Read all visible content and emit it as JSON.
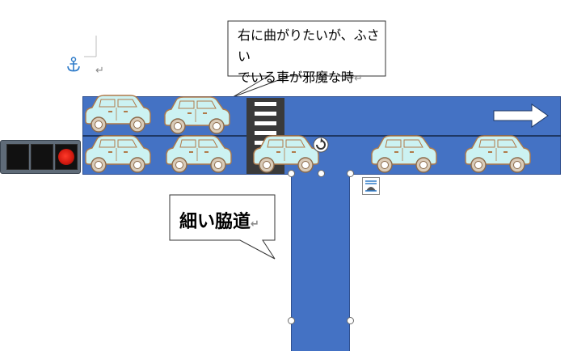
{
  "callout_top": {
    "text_line1": "右に曲がりたいが、ふさい",
    "text_line2": "でいる車が邪魔な時",
    "return_mark": "↵"
  },
  "callout_bottom": {
    "text": "細い脇道",
    "return_mark": "↵"
  },
  "paragraph_mark": "↵",
  "icons": {
    "anchor": "anchor-icon",
    "rotate": "rotate-handle-icon",
    "layout_options": "layout-options-icon",
    "arrow": "right-arrow-icon",
    "car": "car-icon",
    "signal": "traffic-signal-icon"
  },
  "colors": {
    "road": "#4472c4",
    "car_body": "#ccf2f2",
    "car_outline": "#b07a4a",
    "signal_red": "#e0201a",
    "anchor": "#2e7bc9"
  },
  "traffic_signal": {
    "lamps": [
      "off",
      "off",
      "red"
    ]
  }
}
